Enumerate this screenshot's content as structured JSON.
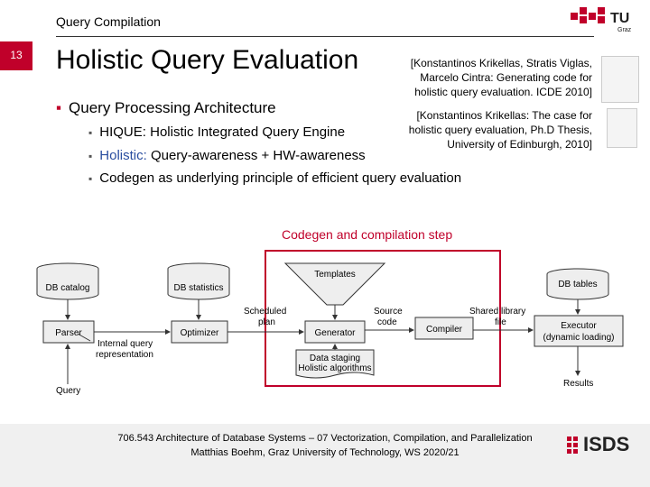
{
  "header": {
    "title": "Query Compilation",
    "slide_number": "13",
    "logo_text": "TU",
    "logo_sub": "Graz"
  },
  "title": "Holistic Query Evaluation",
  "references": [
    [
      "[Konstantinos Krikellas, Stratis Viglas,",
      "Marcelo Cintra: Generating code for",
      "holistic query evaluation. ICDE 2010]"
    ],
    [
      "[Konstantinos Krikellas: The case for",
      "holistic query evaluation, Ph.D Thesis,",
      "University of Edinburgh, 2010]"
    ]
  ],
  "bullets": {
    "main": "Query Processing Architecture",
    "sub1": "HIQUE: Holistic Integrated Query Engine",
    "sub2_prefix": "Holistic:",
    "sub2_rest": " Query-awareness + HW-awareness",
    "sub3": "Codegen as underlying principle of efficient query evaluation"
  },
  "diagram": {
    "highlight_label": "Codegen and compilation step",
    "db_catalog": "DB catalog",
    "db_statistics": "DB statistics",
    "templates": "Templates",
    "db_tables": "DB tables",
    "parser": "Parser",
    "optimizer": "Optimizer",
    "generator": "Generator",
    "compiler": "Compiler",
    "executor_1": "Executor",
    "executor_2": "(dynamic loading)",
    "scheduled_1": "Scheduled",
    "scheduled_2": "plan",
    "source_1": "Source",
    "source_2": "code",
    "shared_1": "Shared library",
    "shared_2": "file",
    "internal_1": "Internal query",
    "internal_2": "representation",
    "data_staging": "Data staging",
    "holistic_algorithms": "Holistic algorithms",
    "query": "Query",
    "results": "Results"
  },
  "footer": {
    "line1": "706.543 Architecture of Database Systems – 07 Vectorization, Compilation, and Parallelization",
    "line2": "Matthias Boehm, Graz University of Technology, WS 2020/21",
    "logo": "ISDS"
  }
}
